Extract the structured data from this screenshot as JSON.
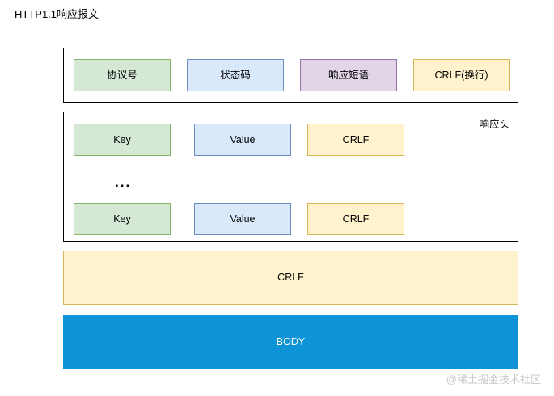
{
  "diagram": {
    "title": "HTTP1.1响应报文",
    "watermark": "@稀土掘金技术社区",
    "status_line": {
      "name": "status-line",
      "cells": [
        {
          "label": "协议号",
          "color": "#d5e8d4"
        },
        {
          "label": "状态码",
          "color": "#dae8fc"
        },
        {
          "label": "响应短语",
          "color": "#e1d5e7"
        },
        {
          "label": "CRLF(换行)",
          "color": "#fff2cc"
        }
      ]
    },
    "headers": {
      "section_label": "响应头",
      "ellipsis": "...",
      "rows": [
        {
          "key": "Key",
          "value": "Value",
          "crlf": "CRLF"
        },
        {
          "key": "Key",
          "value": "Value",
          "crlf": "CRLF"
        }
      ]
    },
    "crlf_bar": {
      "label": "CRLF",
      "color": "#fff2cc"
    },
    "body_bar": {
      "label": "BODY",
      "color": "#0d93d6"
    },
    "palette": {
      "green_fill": "#d5e8d4",
      "green_border": "#82b366",
      "blue_fill": "#dae8fc",
      "blue_border": "#6c8ebf",
      "purple_fill": "#e1d5e7",
      "purple_border": "#9673a6",
      "yellow_fill": "#fff2cc",
      "yellow_border": "#d6b656",
      "body_fill": "#0d93d6",
      "frame_border": "#000000",
      "watermark_color": "#c9c9c9"
    }
  }
}
